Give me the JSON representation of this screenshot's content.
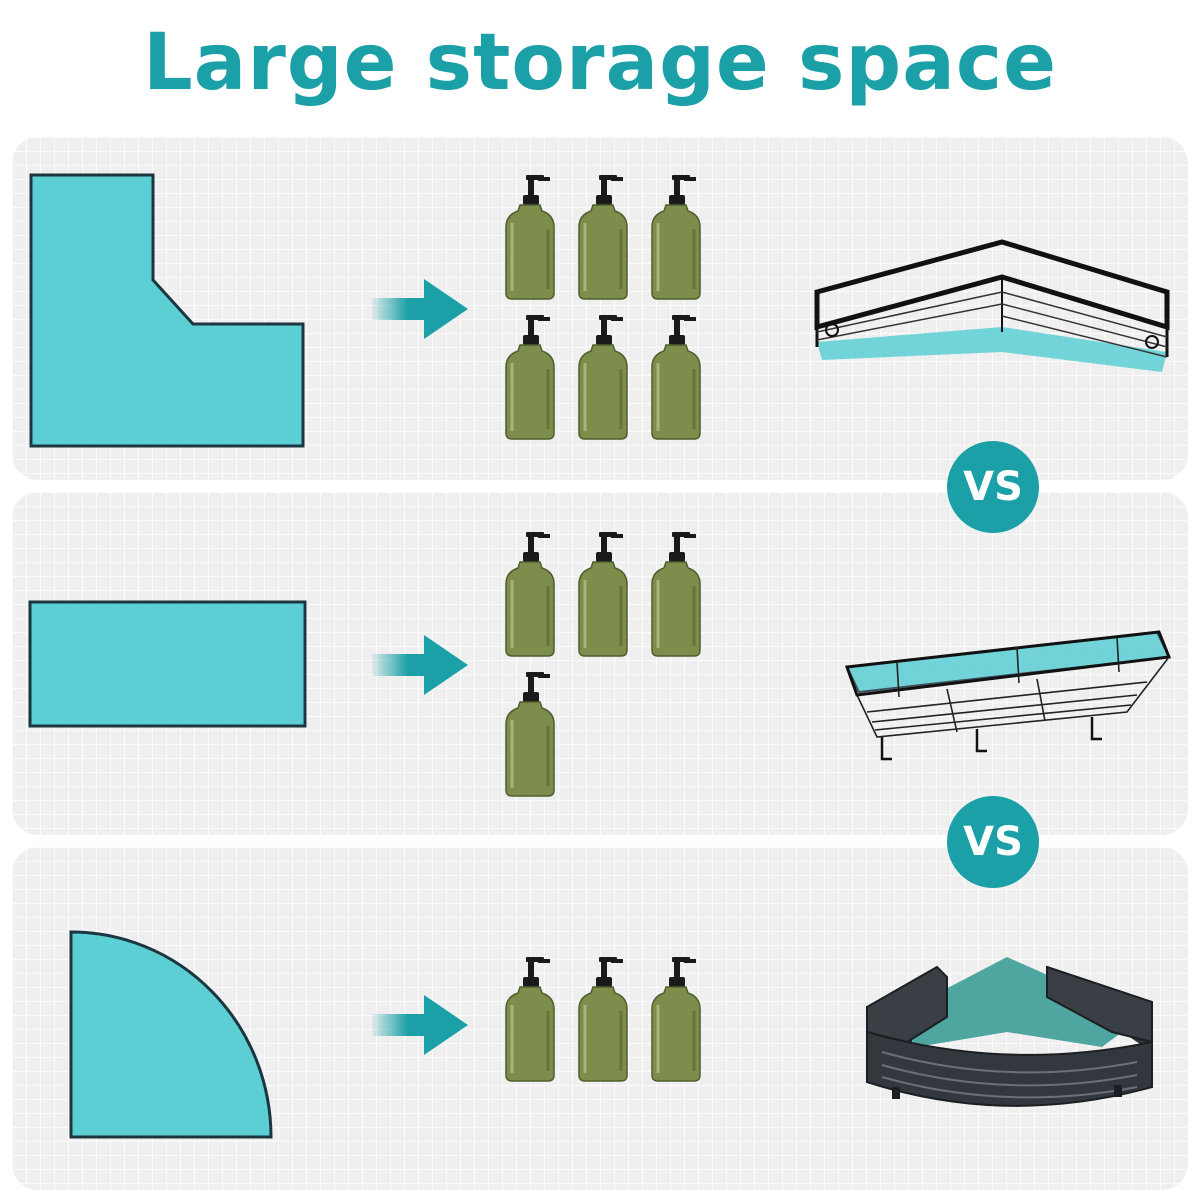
{
  "title": "Large storage space",
  "colors": {
    "accent": "#1aa0a6",
    "shape_fill": "#5ccfd5",
    "shape_stroke": "#1c3640",
    "bottle_body": "#7d8d4c",
    "bottle_dark": "#4f5e2c",
    "pump": "#1a1a1a",
    "panel_bg": "#efefef"
  },
  "rows": [
    {
      "shape": "l-shape",
      "bottle_count": 6,
      "shelf": "l-corner-wire-shelf-icon"
    },
    {
      "shape": "rectangle",
      "bottle_count": 4,
      "shelf": "rectangular-wire-shelf-icon"
    },
    {
      "shape": "quarter-circle",
      "bottle_count": 3,
      "shelf": "corner-basket-shelf-icon"
    }
  ],
  "vs_badges": [
    "VS",
    "VS"
  ]
}
